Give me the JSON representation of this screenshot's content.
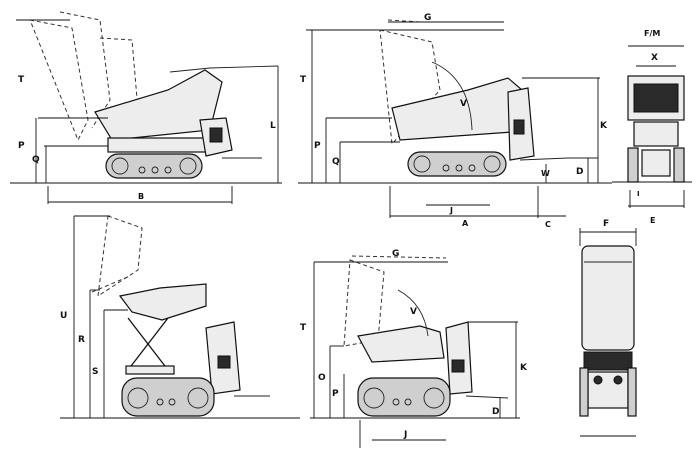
{
  "labels": {
    "v1": {
      "T": "T",
      "P": "P",
      "Q": "Q",
      "B": "B",
      "L": "L"
    },
    "v2": {
      "G": "G",
      "T": "T",
      "P": "P",
      "Q": "Q",
      "V": "V",
      "K": "K",
      "D": "D",
      "W": "W",
      "J": "J",
      "A": "A",
      "C": "C"
    },
    "v3": {
      "FM": "F/M",
      "X": "X",
      "E": "E",
      "I": "I"
    },
    "v4": {
      "U": "U",
      "R": "R",
      "S": "S"
    },
    "v5": {
      "G": "G",
      "T": "T",
      "V": "V",
      "K": "K",
      "O": "O",
      "P": "P",
      "J": "J",
      "D": "D"
    },
    "v6": {
      "F": "F"
    }
  }
}
